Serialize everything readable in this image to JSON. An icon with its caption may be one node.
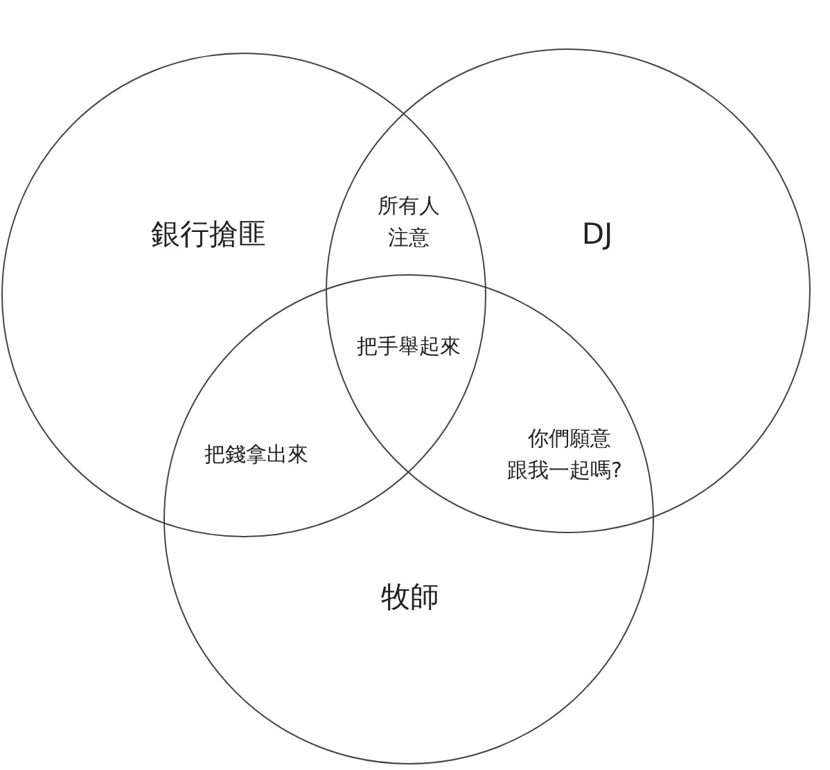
{
  "diagram": {
    "nodes": [
      {
        "text": [
          "銀行搶匪"
        ]
      },
      {
        "text": [
          "DJ"
        ]
      },
      {
        "text": [
          "牧師"
        ]
      }
    ],
    "labels": [
      "所有人注意",
      "把手舉起來",
      "把錢拿出來",
      "你們願意跟我一起嗎?"
    ]
  }
}
